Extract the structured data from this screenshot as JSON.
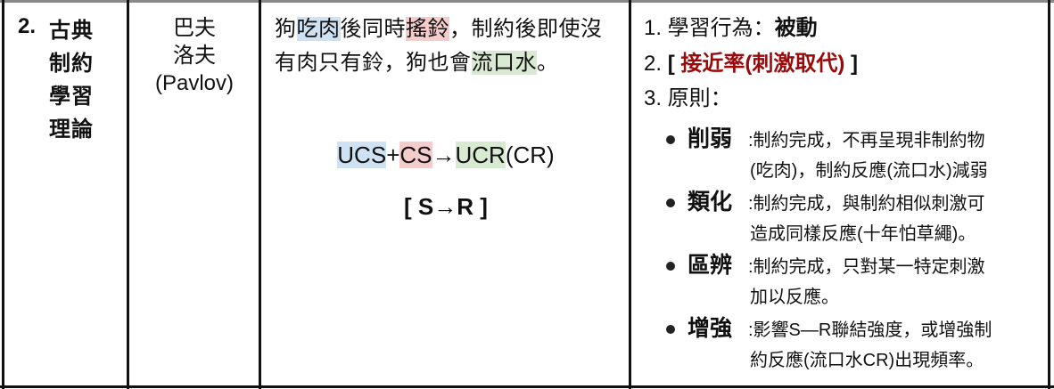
{
  "row": {
    "number": "2.",
    "title_lines": [
      "古典",
      "制約",
      "學習",
      "理論"
    ],
    "person": {
      "lines": [
        "巴夫",
        "洛夫",
        "(Pavlov)"
      ]
    },
    "description": {
      "segments": [
        {
          "text": "狗",
          "highlight": null
        },
        {
          "text": "吃肉",
          "highlight": "blue"
        },
        {
          "text": "後同時",
          "highlight": null
        },
        {
          "text": "搖鈴",
          "highlight": "red"
        },
        {
          "text": "，制約後即使沒有肉只有鈴，狗也會",
          "highlight": null
        },
        {
          "text": "流口水",
          "highlight": "green"
        },
        {
          "text": "。",
          "highlight": null
        }
      ],
      "formula": {
        "ucs": "UCS",
        "plus": "+",
        "cs": "CS",
        "arrow": "→",
        "ucr": "UCR",
        "cr": "(CR)"
      },
      "sr": "[ S→R ]"
    },
    "notes": {
      "item1_prefix": "1. 學習行為：",
      "item1_value": "被動",
      "item2_prefix": "2. ",
      "item2_open": "[ ",
      "item2_value": "接近率(刺激取代)",
      "item2_close": " ]",
      "item3": "3. 原則：",
      "principles": [
        {
          "term": "削弱",
          "desc_line1": ":制約完成，不再呈現非制約物",
          "desc_line2": "(吃肉)，制約反應(流口水)減弱"
        },
        {
          "term": "類化",
          "desc_line1": ":制約完成，與制約相似刺激可",
          "desc_line2": "造成同樣反應(十年怕草繩)。"
        },
        {
          "term": "區辨",
          "desc_line1": ":制約完成，只對某一特定刺激",
          "desc_line2": "加以反應。"
        },
        {
          "term": "增強",
          "desc_line1": ":影響S—R聯結強度，或增強制",
          "desc_line2": "約反應(流口水CR)出現頻率。"
        }
      ]
    }
  },
  "colors": {
    "highlight_blue": "#cfe2f3",
    "highlight_red": "#f4cccc",
    "highlight_green": "#d9ead3",
    "accent_red_text": "#9b0a0a",
    "border": "#111111"
  }
}
